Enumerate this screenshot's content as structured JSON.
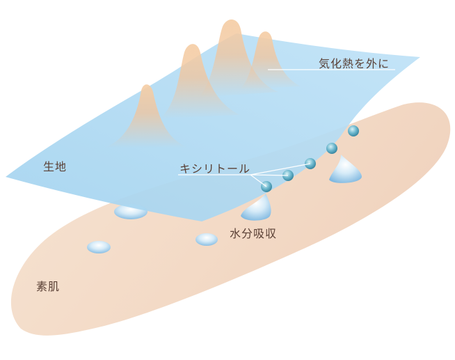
{
  "labels": {
    "skin": "素肌",
    "fabric": "生地",
    "xylitol": "キシリトール",
    "absorption": "水分吸収",
    "heat": "気化熱を外に"
  },
  "colors": {
    "skin_fill": "#f3dccb",
    "fabric_fill": "#a9d6f0",
    "heat_plume": "#f2c49b",
    "droplet": "#8ec4e6",
    "xylitol_bead": "#4ea3bd",
    "text": "#5a4035",
    "leader_line": "#ffffff"
  }
}
